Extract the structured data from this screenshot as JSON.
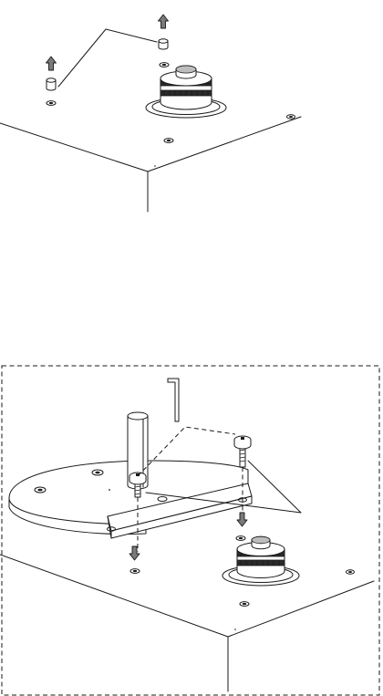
{
  "figure": {
    "panels": [
      {
        "id": "step-remove-transit-pins",
        "parts": [
          "transit-pin",
          "transit-pin",
          "platter-spindle-bearing",
          "plinth"
        ]
      },
      {
        "id": "step-fit-subplatter",
        "parts": [
          "allen-key",
          "screw",
          "screw",
          "subplatter",
          "spindle",
          "platter-spindle-bearing",
          "plinth"
        ]
      }
    ],
    "colors": {
      "line": "#1a1a1a",
      "arrow_fill": "#7a7a7a",
      "knurl": "#2a2a2a",
      "background": "#ffffff"
    },
    "arrows": [
      {
        "id": "pin-left-up",
        "direction": "up"
      },
      {
        "id": "pin-right-up",
        "direction": "up"
      },
      {
        "id": "screw-left-down",
        "direction": "down"
      },
      {
        "id": "screw-right-down",
        "direction": "down"
      }
    ]
  }
}
